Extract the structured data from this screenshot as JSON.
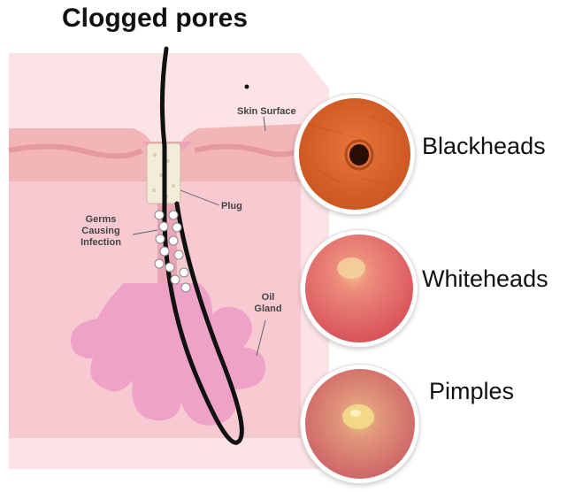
{
  "title": "Clogged pores",
  "diagram": {
    "labels": {
      "skin_surface": "Skin Surface",
      "plug": "Plug",
      "germs_line1": "Germs",
      "germs_line2": "Causing",
      "germs_line3": "Infection",
      "oil_line1": "Oil",
      "oil_line2": "Gland"
    }
  },
  "conditions": [
    {
      "label": "Blackheads"
    },
    {
      "label": "Whiteheads"
    },
    {
      "label": "Pimples"
    }
  ],
  "colors": {
    "skin_top": "#f0b4b6",
    "skin_body": "#f6c6cf",
    "gland": "#ec9cc6",
    "blackhead_skin": "#d9652e",
    "whitehead_skin": "#e46a6e",
    "pimple_skin": "#d86a72"
  }
}
